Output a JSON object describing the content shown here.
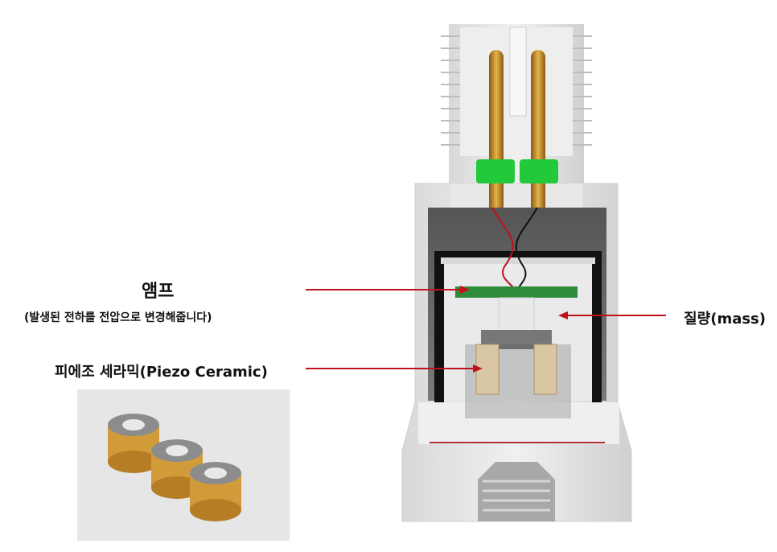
{
  "labels": {
    "amp_title": "앰프",
    "amp_desc": "(발생된 전하를 전압으로 변경해줍니다)",
    "piezo": "피에조 세라믹(Piezo Ceramic)",
    "mass": "질량(mass)"
  },
  "colors": {
    "housing": "#e4e4e4",
    "housing_shade": "#c9c9c9",
    "inner_cavity": "#5a5a5a",
    "pins": "#c9962a",
    "insulator": "#22c93a",
    "pcb": "#2e8b3a",
    "arrow": "#c0101a",
    "piezo": "#d9c6a2",
    "ceramic_gold": "#d29b3a"
  }
}
